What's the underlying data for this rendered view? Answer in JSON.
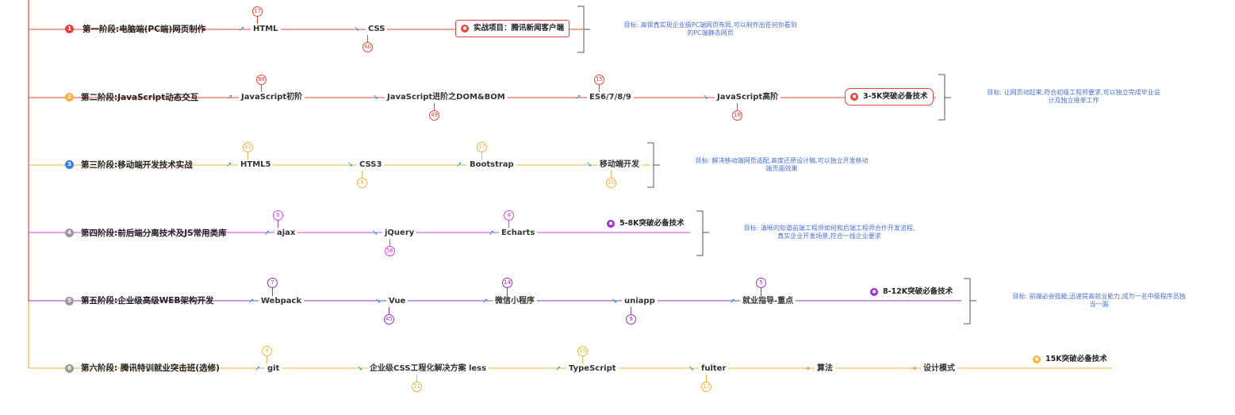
{
  "colors": {
    "red": "#e3453d",
    "orange": "#f5b043",
    "blue": "#3a7de0",
    "magenta": "#e23ee8",
    "purple": "#9b2fc6",
    "gold": "#f0b43c",
    "arrow": "#1fa0d8",
    "goal_text": "#4a6fd6"
  },
  "stages": [
    {
      "index": "1",
      "label": "第一阶段:电脑端(PC端)网页制作",
      "nodes": [
        {
          "text": "HTML",
          "count": "17",
          "count_pos": "above"
        },
        {
          "text": "CSS",
          "count": "40",
          "count_pos": "below"
        }
      ],
      "milestone": "实战项目：腾讯新闻客户端",
      "goal": [
        "目标: 高保真实现企业级PC端网页布局,可以制作出任何你看到",
        "的PC端静态网页"
      ]
    },
    {
      "index": "2",
      "label": "第二阶段:JavaScript动态交互",
      "nodes": [
        {
          "text": "JavaScript初阶",
          "count": "88",
          "count_pos": "above"
        },
        {
          "text": "JavaScript进阶之DOM&BOM",
          "count": "49",
          "count_pos": "below"
        },
        {
          "text": "ES6/7/8/9",
          "count": "15",
          "count_pos": "above"
        },
        {
          "text": "JavaScript高阶",
          "count": "18",
          "count_pos": "below"
        }
      ],
      "milestone": "3-5K突破必备技术",
      "goal": [
        "目标: 让网页动起来,符合初级工程师要求,可以独立完成毕业设",
        "计及独立接单工作"
      ]
    },
    {
      "index": "3",
      "label": "第三阶段:移动端开发技术实战",
      "nodes": [
        {
          "text": "HTML5",
          "count": "12",
          "count_pos": "above"
        },
        {
          "text": "CSS3",
          "count": "8",
          "count_pos": "below"
        },
        {
          "text": "Bootstrap",
          "count": "17",
          "count_pos": "above"
        },
        {
          "text": "移动端开发",
          "count": "10",
          "count_pos": "below"
        }
      ],
      "goal": [
        "目标: 解决移动端网页适配,高度还原设计稿,可以独立开发移动",
        "端页面效果"
      ]
    },
    {
      "index": "4",
      "label": "第四阶段:前后端分离技术及JS常用类库",
      "nodes": [
        {
          "text": "ajax",
          "count": "8",
          "count_pos": "above"
        },
        {
          "text": "jQuery",
          "count": "56",
          "count_pos": "below"
        },
        {
          "text": "Echarts",
          "count": "4",
          "count_pos": "above"
        }
      ],
      "milestone": "5-8K突破必备技术",
      "goal": [
        "目标: 清晰的知道前端工程师如何和后端工程师合作开发流程,",
        "真实企业开发场景,符合一线企业要求"
      ]
    },
    {
      "index": "5",
      "label": "第五阶段:企业级高级WEB架构开发",
      "nodes": [
        {
          "text": "Webpack",
          "count": "7",
          "count_pos": "above"
        },
        {
          "text": "Vue",
          "count": "45",
          "count_pos": "below"
        },
        {
          "text": "微信小程序",
          "count": "14",
          "count_pos": "above"
        },
        {
          "text": "uniapp",
          "count": "9",
          "count_pos": "below"
        },
        {
          "text": "就业指导-重点",
          "count": "5",
          "count_pos": "above"
        }
      ],
      "milestone": "8-12K突破必备技术",
      "goal": [
        "目标: 前端必会技能,迅速提高就业能力,成为一名中级程序员独",
        "当一面"
      ]
    },
    {
      "index": "6",
      "label": "第六阶段: 腾讯特训就业突击班(选修)",
      "nodes": [
        {
          "text": "git",
          "count": "4",
          "count_pos": "above"
        },
        {
          "text": "企业级CSS工程化解决方案 less",
          "count": "11",
          "count_pos": "below"
        },
        {
          "text": "TypeScript",
          "count": "15",
          "count_pos": "above"
        },
        {
          "text": "fulter",
          "count": "12",
          "count_pos": "below"
        },
        {
          "text": "算法",
          "count": "",
          "count_pos": ""
        },
        {
          "text": "设计模式",
          "count": "",
          "count_pos": ""
        }
      ],
      "milestone": "15K突破必备技术"
    }
  ]
}
